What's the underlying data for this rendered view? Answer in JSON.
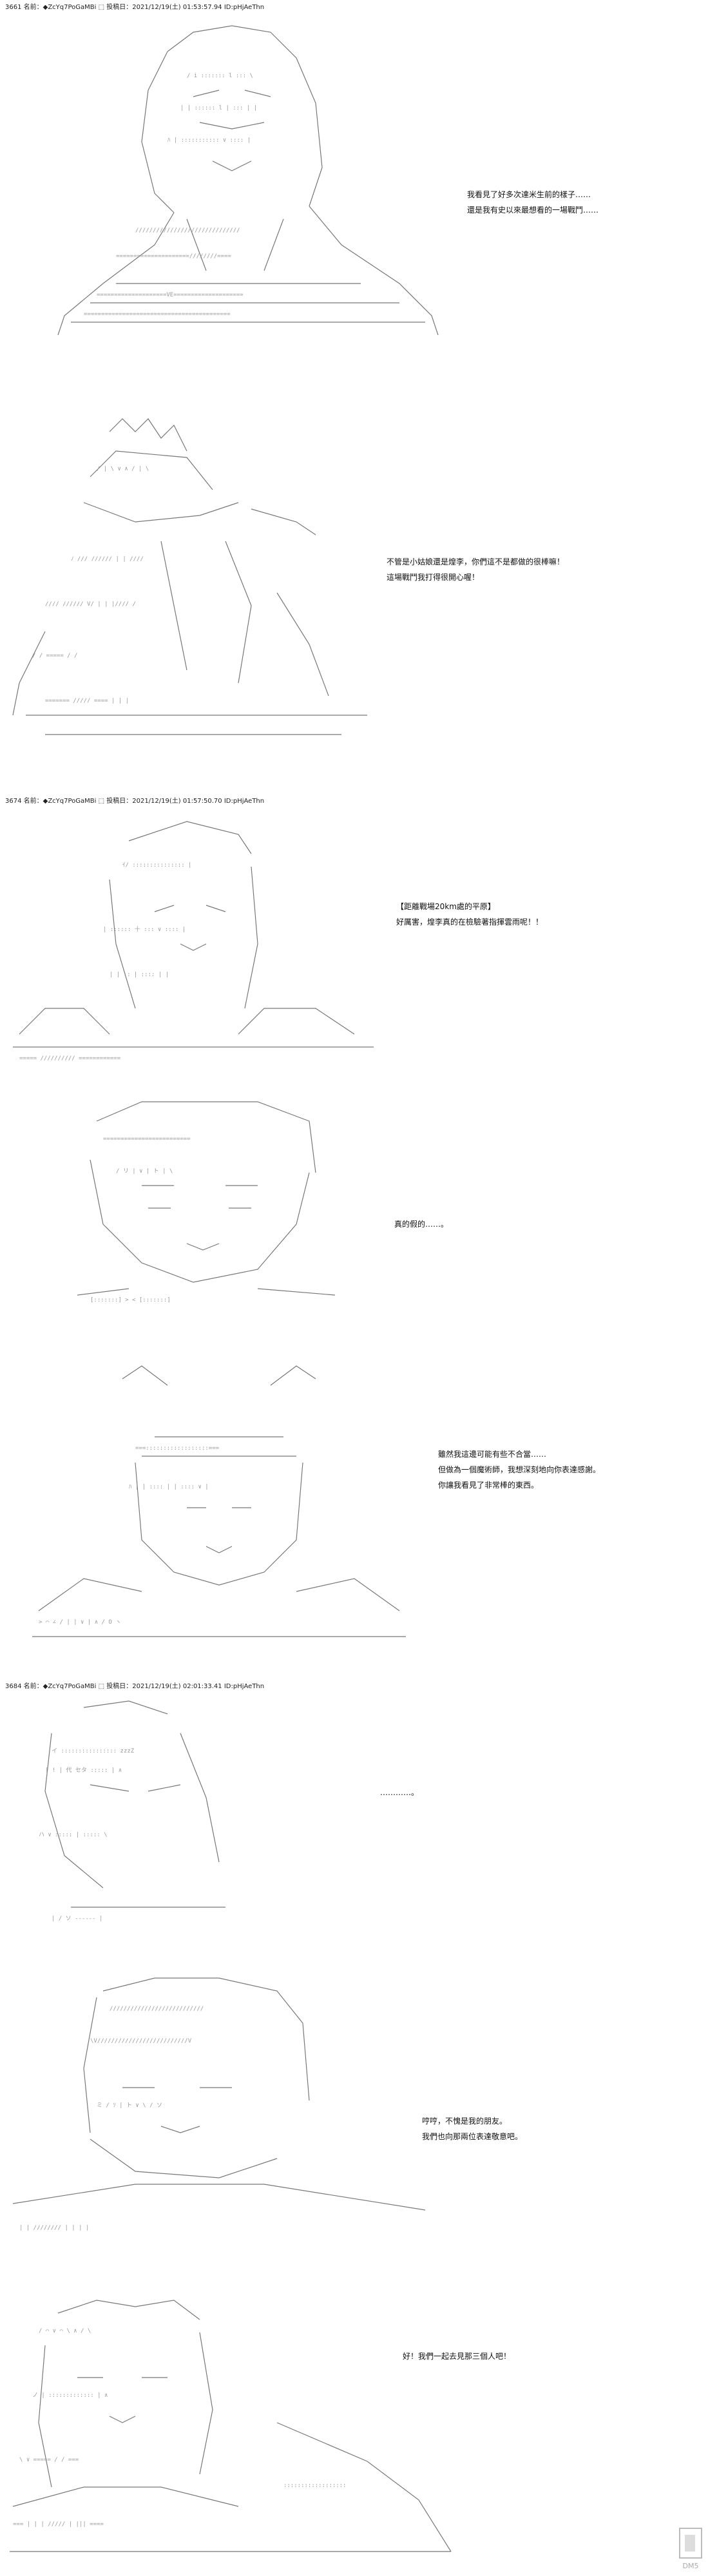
{
  "posts": [
    {
      "header": "3661 名前：◆ZcYq7PoGaMBi ⬚ 投稿日：2021/12/19(土) 01:53:57.94 ID:pHjAeThn"
    },
    {
      "header": "3674 名前：◆ZcYq7PoGaMBi ⬚ 投稿日：2021/12/19(土) 01:57:50.70 ID:pHjAeThn"
    },
    {
      "header": "3684 名前：◆ZcYq7PoGaMBi ⬚ 投稿日：2021/12/19(土) 02:01:33.41 ID:pHjAeThn"
    }
  ],
  "dialogue": [
    {
      "lines": [
        "我看見了好多次達米生前的樣子……",
        "還是我有史以來最想看的一場戰鬥……"
      ]
    },
    {
      "lines": [
        "不管是小姑娘還是煌李，你們這不是都做的很棒嘛！",
        "這場戰鬥我打得很開心喔！"
      ]
    },
    {
      "lines": [
        "【距離戰場20km處的平原】",
        "",
        "好厲害，煌李真的在檢驗著指揮雲雨呢！！"
      ]
    },
    {
      "lines": [
        "真的假的……。"
      ]
    },
    {
      "lines": [
        "雖然我這邊可能有些不合當……",
        "但做為一個魔術師，我想深刻地向你表達感謝。",
        "你讓我看見了非常棒的東西。"
      ]
    },
    {
      "lines": [
        "…………。"
      ]
    },
    {
      "lines": [
        "哼哼，不愧是我的朋友。",
        "我們也向那兩位表達敬意吧。"
      ]
    },
    {
      "lines": [
        "好！我們一起去見那三個人吧！"
      ]
    }
  ],
  "watermark": {
    "label": "DM5",
    "icon": "dm5-logo-icon"
  }
}
